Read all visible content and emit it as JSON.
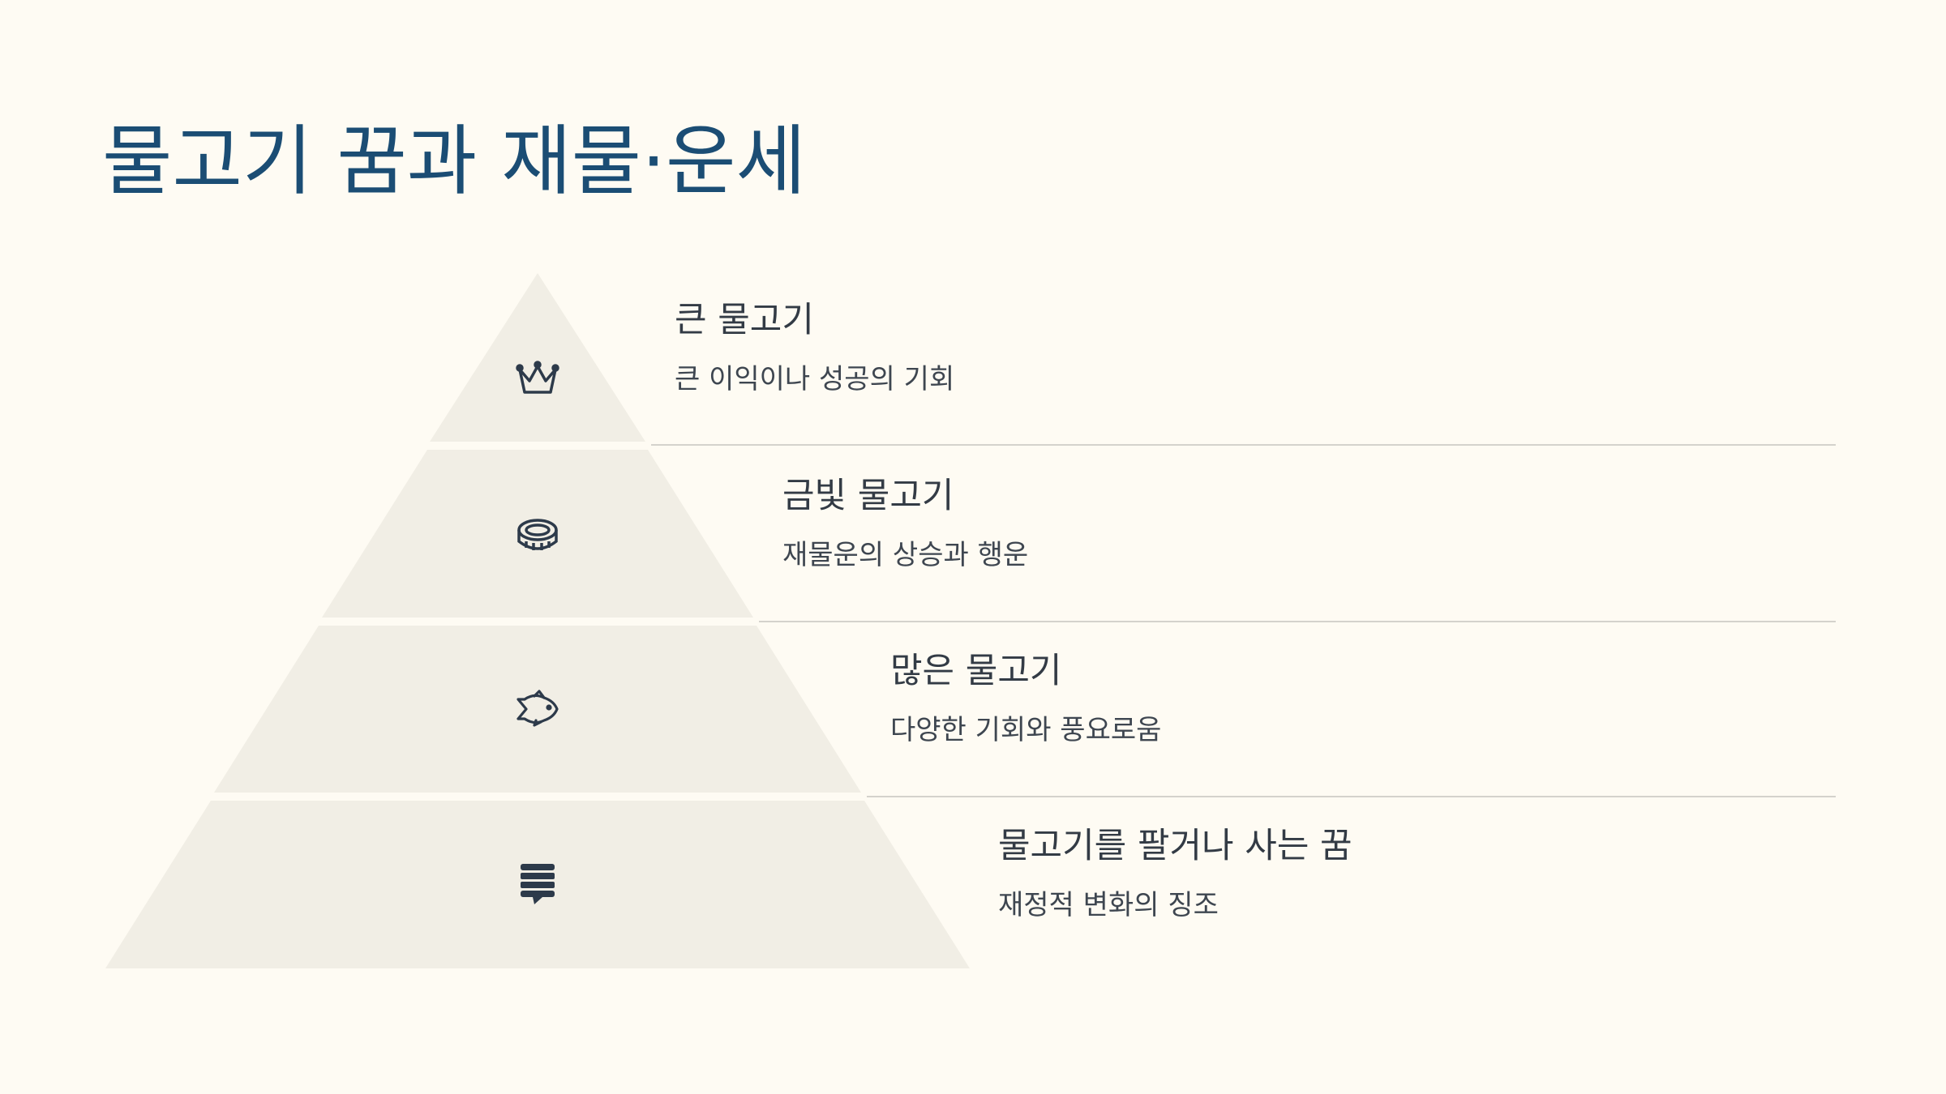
{
  "title": "물고기 꿈과 재물·운세",
  "tiers": [
    {
      "title": "큰 물고기",
      "description": "큰 이익이나 성공의 기회",
      "icon": "crown-icon"
    },
    {
      "title": "금빛 물고기",
      "description": "재물운의 상승과 행운",
      "icon": "coin-icon"
    },
    {
      "title": "많은 물고기",
      "description": "다양한 기회와 풍요로움",
      "icon": "fish-icon"
    },
    {
      "title": "물고기를 팔거나 사는 꿈",
      "description": "재정적 변화의 징조",
      "icon": "message-icon"
    }
  ],
  "colors": {
    "background": "#fefbf3",
    "pyramid_fill": "#f1eee5",
    "title": "#1b4d74",
    "text": "#333b45",
    "divider": "#d4d2cc",
    "icon": "#2d3a4a"
  }
}
